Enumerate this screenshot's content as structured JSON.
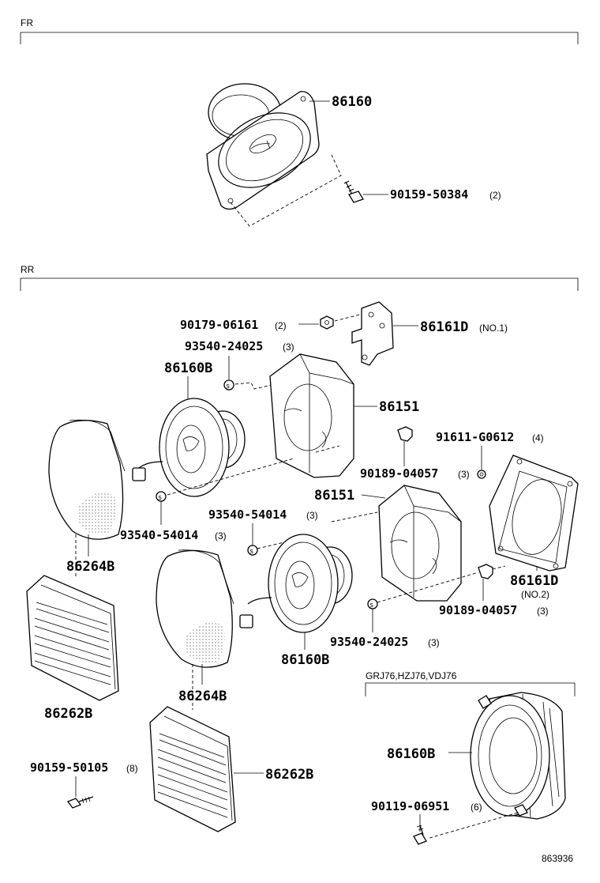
{
  "sections": {
    "fr": "FR",
    "rr": "RR",
    "sub": "GRJ76,HZJ76,VDJ76"
  },
  "labels": {
    "fr_speaker": "86160",
    "fr_screw": "90159-50384",
    "fr_screw_qty": "(2)",
    "nut": "90179-06161",
    "nut_qty": "(2)",
    "bracket1": "86161D",
    "bracket1_note": "(NO.1)",
    "screw_a": "93540-24025",
    "screw_a_qty": "(3)",
    "spk_b1": "86160B",
    "box1": "86151",
    "clip_top": "91611-G0612",
    "clip_top_qty": "(4)",
    "pin1": "90189-04057",
    "pin1_qty": "(3)",
    "box2": "86151",
    "screw_b": "93540-54014",
    "screw_b_qty": "(3)",
    "screw_c": "93540-54014",
    "screw_c_qty": "(3)",
    "grille1": "86264B",
    "bracket2": "86161D",
    "bracket2_note": "(NO.2)",
    "pin2": "90189-04057",
    "pin2_qty": "(3)",
    "screw_d": "93540-24025",
    "screw_d_qty": "(3)",
    "spk_b2": "86160B",
    "cover1": "86262B",
    "grille2": "86264B",
    "screw_e": "90159-50105",
    "screw_e_qty": "(8)",
    "cover2": "86262B",
    "spk_b3": "86160B",
    "screw_f": "90119-06951",
    "screw_f_qty": "(6)",
    "fig_no": "863936"
  }
}
